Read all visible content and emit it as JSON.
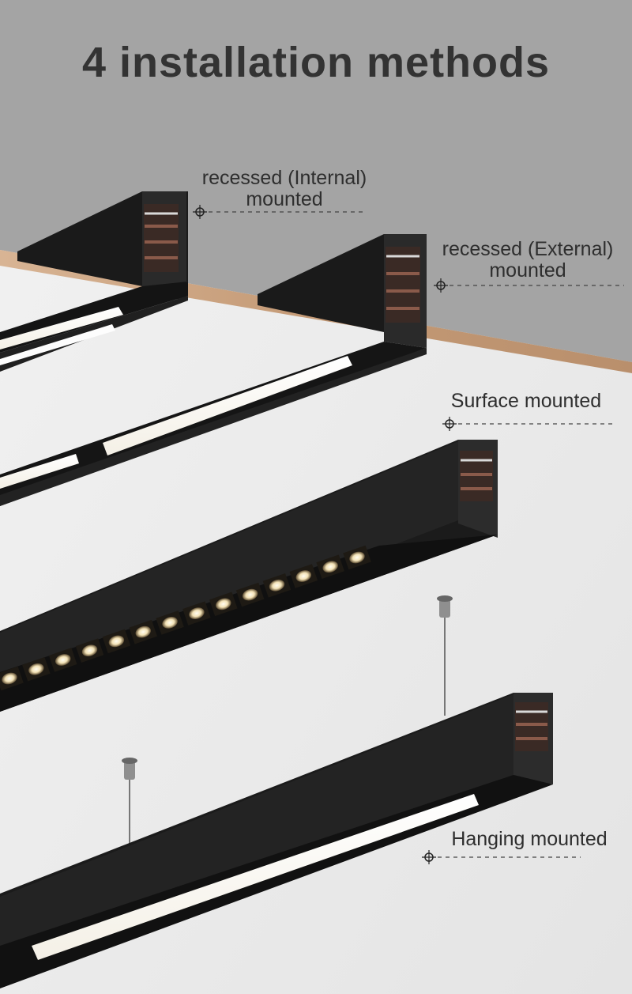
{
  "title": "4 installation methods",
  "methods": [
    {
      "line1": "recessed (Internal)",
      "line2": "mounted"
    },
    {
      "line1": "recessed (External)",
      "line2": "mounted"
    },
    {
      "line1": "Surface mounted",
      "line2": ""
    },
    {
      "line1": "Hanging mounted",
      "line2": ""
    }
  ],
  "colors": {
    "ceiling_gray": "#a4a4a4",
    "wall_white": "#ececec",
    "wood_trim": "#c9a584",
    "fixture_black": "#1c1c1c",
    "text": "#333333"
  },
  "surface_led_count": 14
}
